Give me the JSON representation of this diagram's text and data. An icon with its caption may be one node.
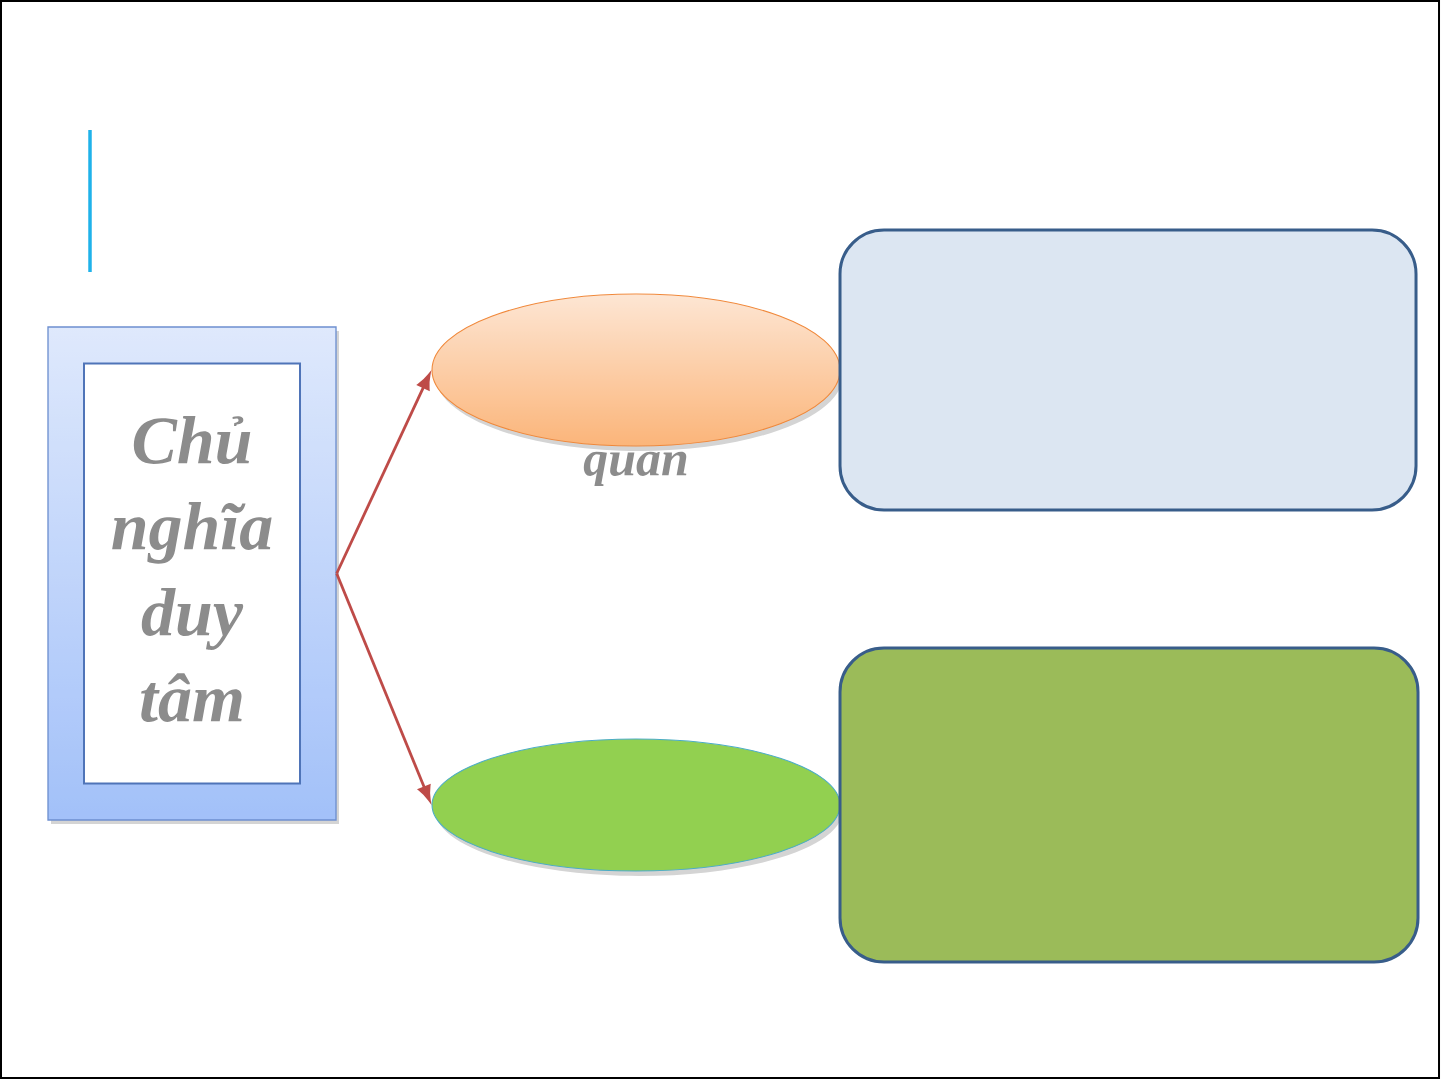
{
  "diagram": {
    "nodes": [
      {
        "text": [
          "Chủ nghĩa duy tâm"
        ]
      },
      {
        "text": [],
        "shape": "ellipse",
        "beside": [
          "quan"
        ]
      },
      {
        "text": [],
        "shape": "ellipse"
      },
      {
        "text": [],
        "shape": "box"
      },
      {
        "text": [],
        "shape": "box"
      }
    ],
    "edges": [
      {
        "from": 0,
        "to": 1,
        "arrow": "to"
      },
      {
        "from": 0,
        "to": 2,
        "arrow": "to"
      }
    ]
  }
}
